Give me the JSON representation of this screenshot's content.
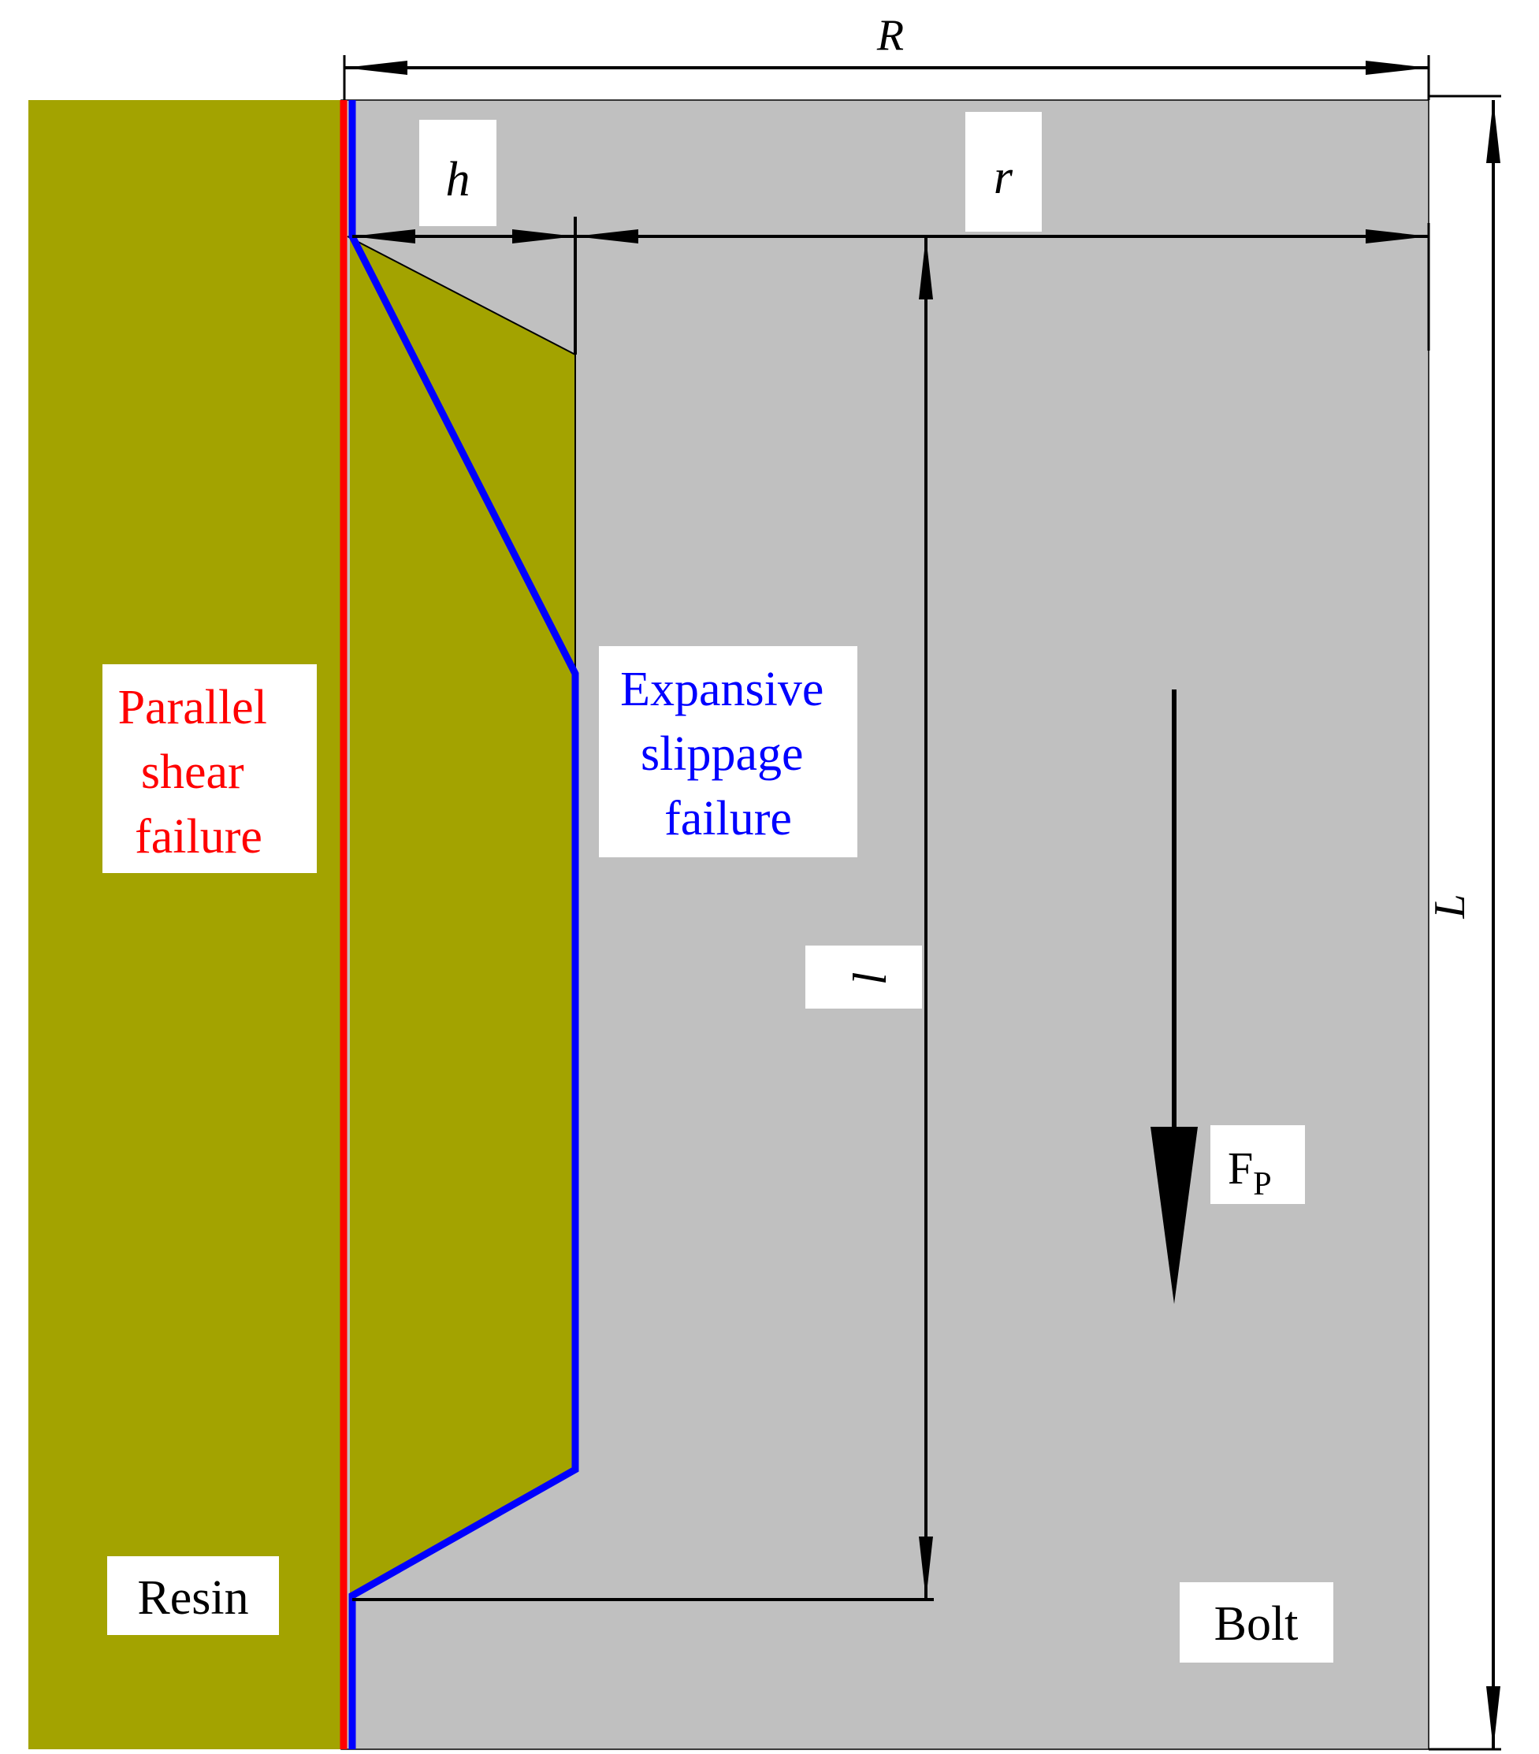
{
  "colors": {
    "resin": "#a3a300",
    "bolt": "#c0c0c0",
    "parallel_shear": "#ff0000",
    "expansive_slippage": "#0000ff",
    "dimension": "#000000"
  },
  "dimensions": {
    "R": "R",
    "h": "h",
    "r": "r",
    "l": "l",
    "L": "L"
  },
  "labels": {
    "parallel_shear": [
      "Parallel",
      "shear",
      "failure"
    ],
    "expansive_slippage": [
      "Expansive",
      "slippage",
      "failure"
    ],
    "resin": "Resin",
    "bolt": "Bolt",
    "force_main": "F",
    "force_sub": "P"
  }
}
